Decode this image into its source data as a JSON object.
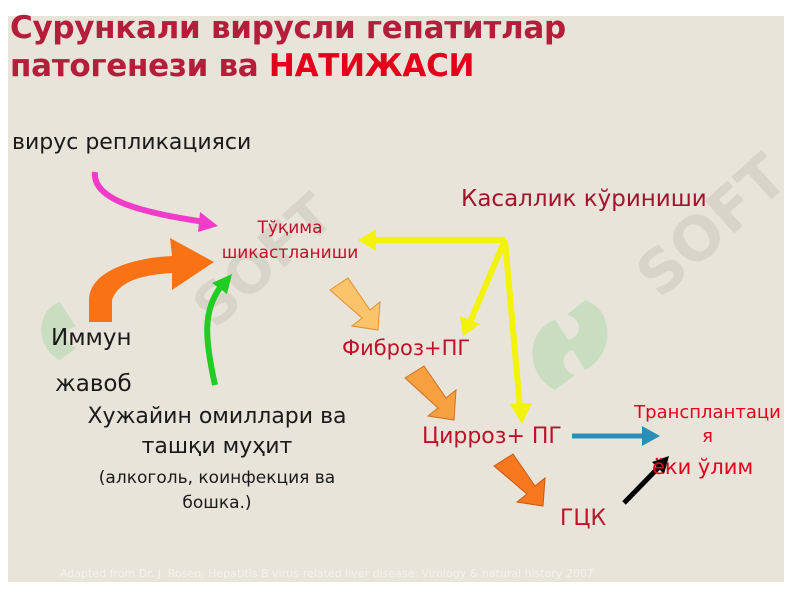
{
  "title": {
    "line1": "Сурункали вирусли гепатитлар",
    "line2_prefix": "патогенези ва ",
    "line2_accent": "НАТИЖАСИ"
  },
  "nodes": {
    "virus_replication": "вирус репликацияси",
    "tissue_damage_1": "Тўқима",
    "tissue_damage_2": "шикастланиши",
    "disease_manifestation": "Касаллик кўриниши",
    "immune_1": "Иммун",
    "immune_2": "жавоб",
    "fibrosis": "Фиброз+ПГ",
    "host_factors_1": "Хужайин омиллари ва",
    "host_factors_2": "ташқи муҳит",
    "host_examples_1": "(алкоголь, коинфекция ва",
    "host_examples_2": "бошка.)",
    "cirrhosis": "Цирроз+ ПГ",
    "transplant_1": "Трансплантаци",
    "transplant_2": "я",
    "death": "ёки ўлим",
    "hcc": "ГЦК"
  },
  "watermark": "SOFT",
  "footer": "Adapted from Dr. J. Rosen, Hepatitis B virus-related liver disease: Virology & natural history 2007",
  "colors": {
    "title": "#b41e3a",
    "accent": "#e2001a",
    "panel": "#e8e4da",
    "magenta_arrow": "#f03cc8",
    "orange_arrow": "#f97316",
    "green_arrow": "#22cc22",
    "yellow_arrow": "#f2f20a",
    "flow_arrow_light": "#fcc46a",
    "flow_arrow_mid": "#f78f1e",
    "teal_arrow": "#2a8fb8",
    "black_arrow": "#000000"
  }
}
